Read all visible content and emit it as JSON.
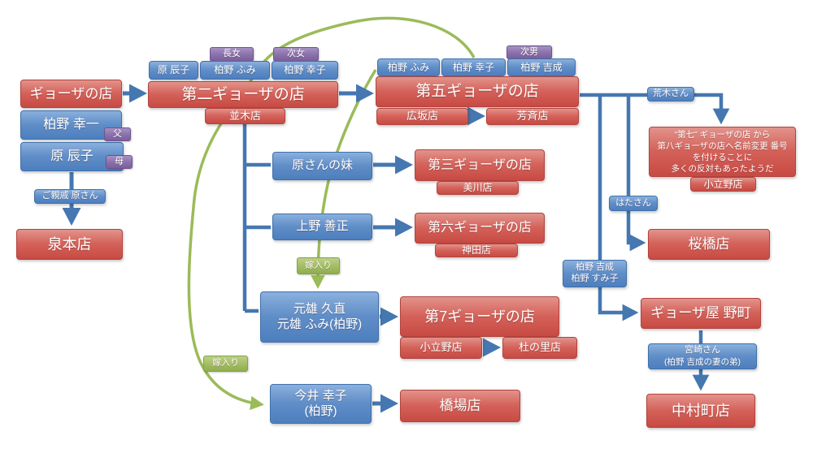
{
  "colors": {
    "red_box": "#c74a43",
    "blue_box": "#4d7fbe",
    "purple_tag": "#7a5f9b",
    "green_tag": "#8fae4e",
    "blue_line": "#4577b0",
    "green_line": "#9bbb59"
  },
  "origin": {
    "shop": "ギョーザの店",
    "father": "柏野 幸一",
    "father_tag": "父",
    "mother": "原 辰子",
    "mother_tag": "母",
    "relative_label": "ご親戚 原さん",
    "branch": "泉本店"
  },
  "second": {
    "member1": "原 辰子",
    "member2": "柏野 ふみ",
    "member3": "柏野 幸子",
    "tag_eldest_daughter": "長女",
    "tag_second_daughter": "次女",
    "shop": "第二ギョーザの店",
    "store": "並木店"
  },
  "fifth": {
    "member1": "柏野 ふみ",
    "member2": "柏野 幸子",
    "member3": "柏野 吉成",
    "tag_second_son": "次男",
    "shop": "第五ギョーザの店",
    "store1": "広坂店",
    "store2": "芳斉店"
  },
  "third": {
    "founder": "原さんの妹",
    "shop": "第三ギョーザの店",
    "store": "美川店"
  },
  "sixth": {
    "founder": "上野 善正",
    "shop": "第六ギョーザの店",
    "store": "神田店"
  },
  "seventh": {
    "marriage_tag": "嫁入り",
    "founder_line1": "元雄 久直",
    "founder_line2": "元雄 ふみ(柏野)",
    "shop": "第7ギョーザの店",
    "store1": "小立野店",
    "store2": "杜の里店"
  },
  "hashiba": {
    "marriage_tag": "嫁入り",
    "founder_line1": "今井 幸子",
    "founder_line2": "(柏野)",
    "shop": "橋場店"
  },
  "right": {
    "araki": "荒木さん",
    "note_line1": "“第七” ギョーザの店 から",
    "note_line2": "第八ギョーザの店へ名前変更 番号",
    "note_line3": "を付けることに",
    "note_line4": "多くの反対もあったようだ",
    "note_store": "小立野店",
    "hata": "はたさん",
    "sakurabashi_shop": "桜橋店",
    "yoshinari_line1": "柏野 吉成",
    "yoshinari_line2": "柏野 すみ子",
    "nomachi_shop": "ギョーザ屋 野町",
    "miyazaki_line1": "宮崎さん",
    "miyazaki_line2": "(柏野 吉成の妻の弟)",
    "nakamura_shop": "中村町店"
  }
}
